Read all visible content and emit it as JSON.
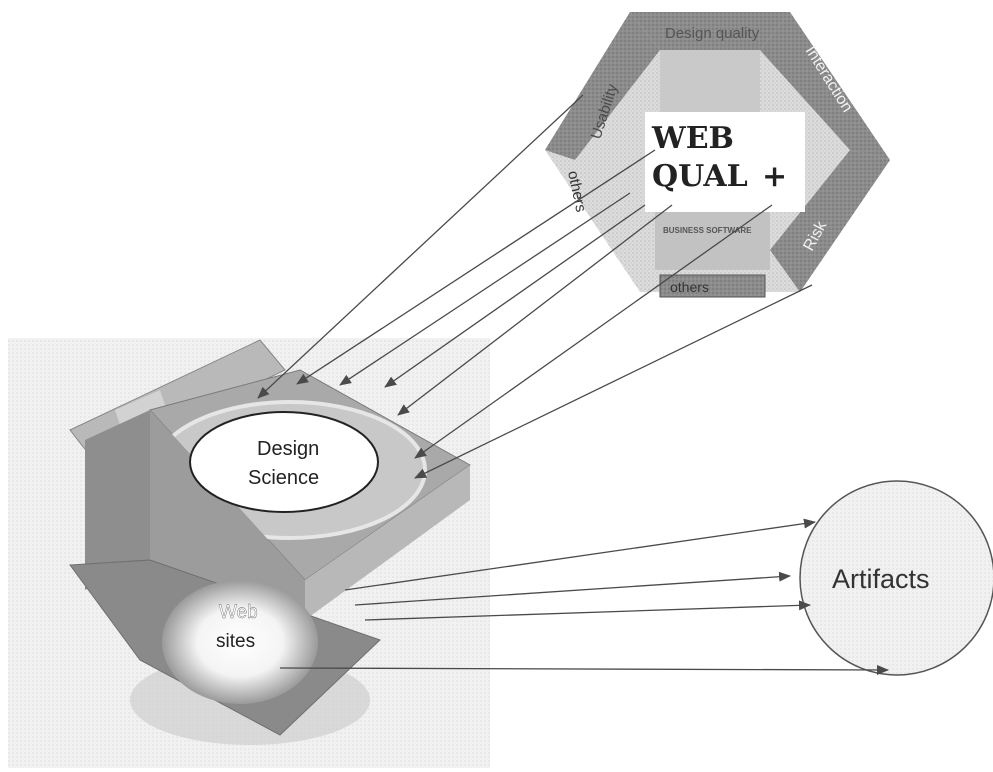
{
  "hexagon": {
    "segments": [
      "Usability",
      "Design quality",
      "Interaction",
      "Risk",
      "others",
      "others"
    ],
    "inner_box": "BUSINESS SOFTWARE"
  },
  "webqual": {
    "line1": "WEB",
    "line2": "QUAL",
    "plus": "+"
  },
  "lens": {
    "label_line1": "Design",
    "label_line2": "Science"
  },
  "websites": {
    "label_line1": "Web",
    "label_line2": "sites"
  },
  "artifacts": {
    "label": "Artifacts"
  },
  "colors": {
    "arrow": "#4a4a4a",
    "hex_gray": "#8f8f8f",
    "device_gray": "#9a9a9a"
  }
}
